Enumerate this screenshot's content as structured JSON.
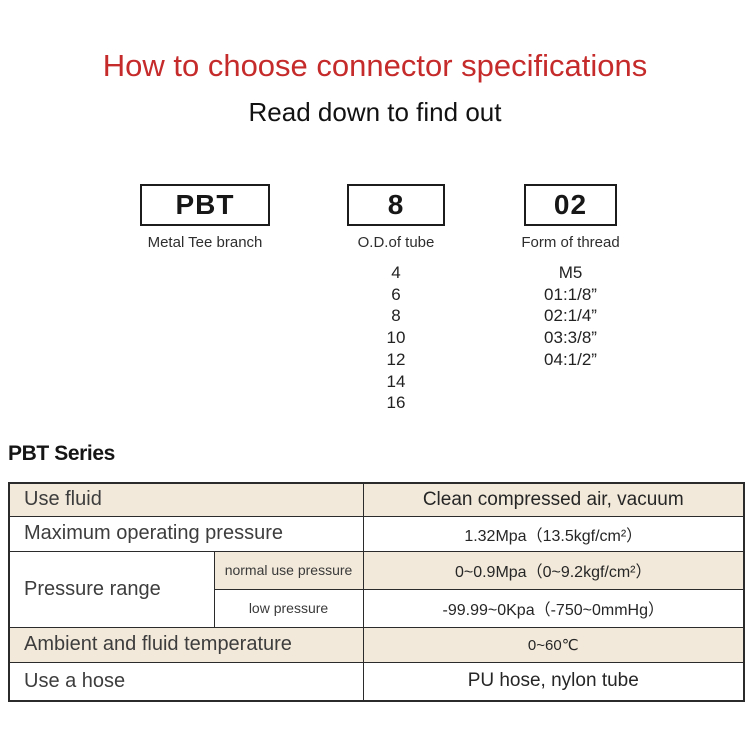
{
  "colors": {
    "title_red": "#c62b2b",
    "row_beige": "#f2e9da",
    "table_border": "#2b2b2b"
  },
  "header": {
    "title": "How to choose connector specifications",
    "subtitle": "Read down to find out"
  },
  "code_boxes": [
    {
      "code": "PBT",
      "label": "Metal Tee branch"
    },
    {
      "code": "8",
      "label": "O.D.of tube"
    },
    {
      "code": "02",
      "label": "Form of thread"
    }
  ],
  "tube_options": [
    "4",
    "6",
    "8",
    "10",
    "12",
    "14",
    "16"
  ],
  "thread_options": [
    "M5",
    "01:1/8”",
    "02:1/4”",
    "03:3/8”",
    "04:1/2”"
  ],
  "series_heading": "PBT Series",
  "spec_table": {
    "rows": [
      {
        "label": "Use fluid",
        "value": "Clean compressed air, vacuum"
      },
      {
        "label": "Maximum operating pressure",
        "value": "1.32Mpa（13.5kgf/cm²）"
      },
      {
        "label": "Pressure range",
        "sub_rows": [
          {
            "sub_label": "normal use pressure",
            "value": "0~0.9Mpa（0~9.2kgf/cm²）"
          },
          {
            "sub_label": "low pressure",
            "value": "-99.99~0Kpa（-750~0mmHg）"
          }
        ]
      },
      {
        "label": "Ambient and fluid temperature",
        "value": "0~60℃"
      },
      {
        "label": "Use a hose",
        "value": "PU hose, nylon tube"
      }
    ]
  }
}
